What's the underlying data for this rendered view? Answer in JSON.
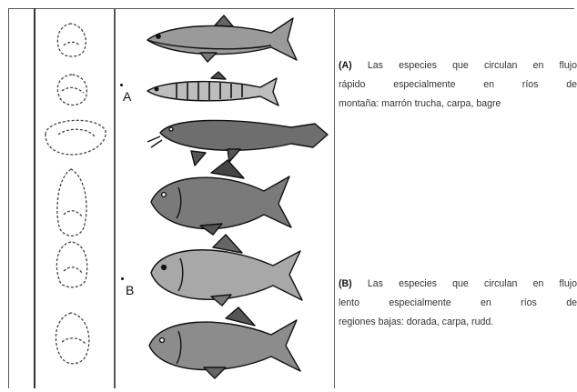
{
  "labels": {
    "a": "A",
    "b": "B"
  },
  "caption_a": {
    "tag": "(A)",
    "line1": "Las especies que circulan en flujo",
    "line2": "rápido especialmente en ríos de",
    "line3": "montaña: marrón trucha, carpa, bagre"
  },
  "caption_b": {
    "tag": "(B)",
    "line1": "Las especies que circulan en flujo",
    "line2": "lento especialmente en ríos de",
    "line3": "regiones bajas: dorada, carpa, rudd."
  }
}
